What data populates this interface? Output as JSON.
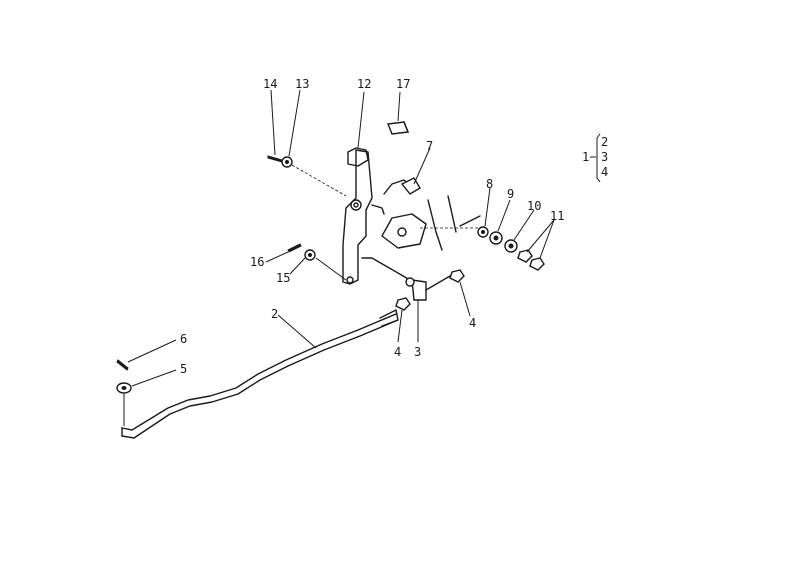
{
  "callouts": {
    "c14": "14",
    "c13": "13",
    "c12": "12",
    "c17": "17",
    "c7": "7",
    "c8": "8",
    "c9": "9",
    "c10": "10",
    "c11": "11",
    "c16": "16",
    "c15": "15",
    "c4a": "4",
    "c4b": "4",
    "c3": "3",
    "c2": "2",
    "c6": "6",
    "c5": "5"
  },
  "legend": {
    "root": "1",
    "items": [
      "2",
      "3",
      "4"
    ]
  }
}
